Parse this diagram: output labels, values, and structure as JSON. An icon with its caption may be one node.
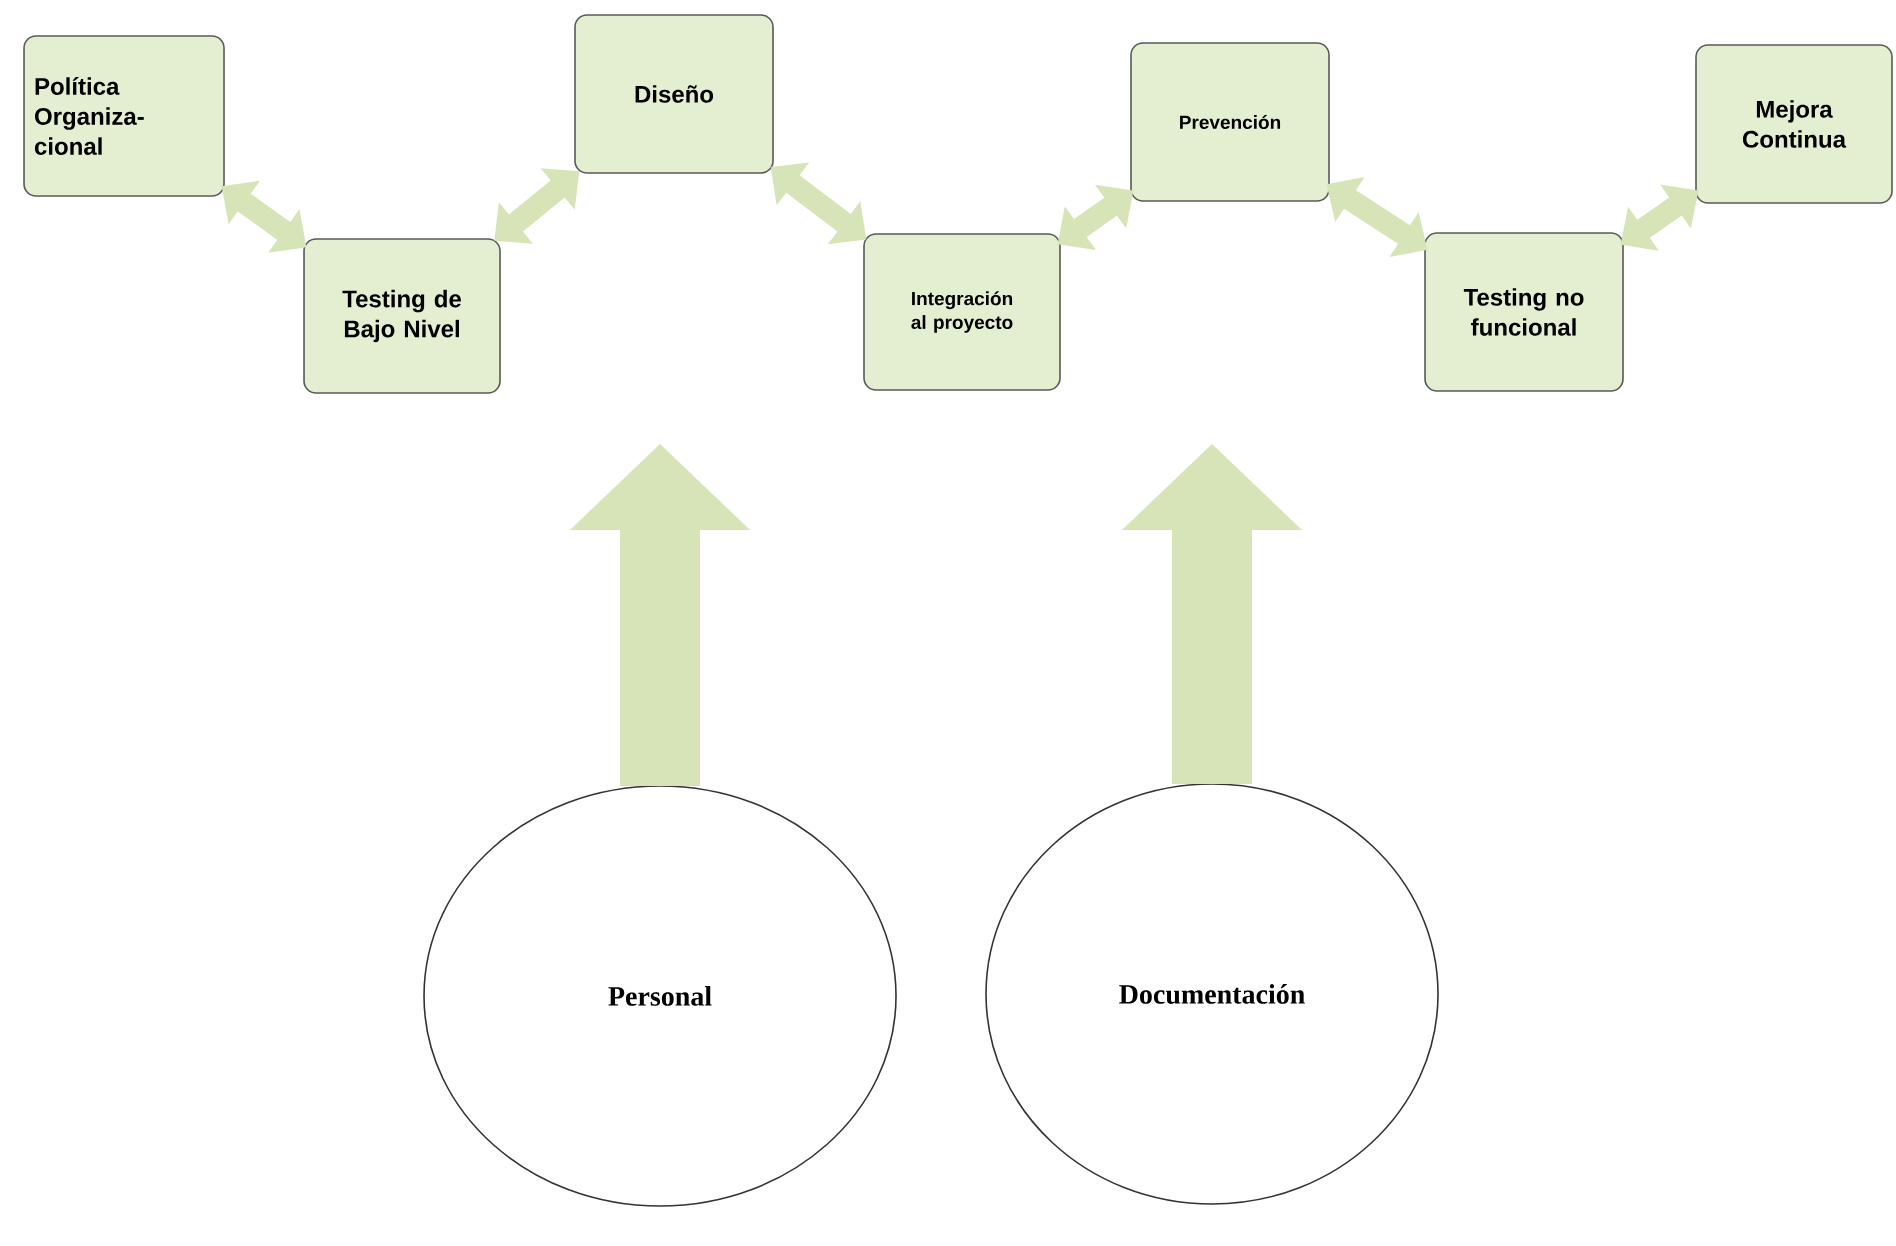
{
  "diagram": {
    "nodes": [
      {
        "text": [
          "Política Organiza- cional"
        ]
      },
      {
        "text": [
          "Testing de Bajo Nivel"
        ]
      },
      {
        "text": [
          "Diseño"
        ]
      },
      {
        "text": [
          "Integración al proyecto"
        ]
      },
      {
        "text": [
          "Prevención"
        ]
      },
      {
        "text": [
          "Testing no funcional"
        ]
      },
      {
        "text": [
          "Mejora Continua"
        ]
      },
      {
        "text": [
          "Personal"
        ]
      },
      {
        "text": [
          "Documentación"
        ]
      }
    ],
    "edges": [
      {
        "from": 0,
        "to": 1,
        "arrow": "both"
      },
      {
        "from": 1,
        "to": 2,
        "arrow": "both"
      },
      {
        "from": 2,
        "to": 3,
        "arrow": "both"
      },
      {
        "from": 3,
        "to": 4,
        "arrow": "both"
      },
      {
        "from": 4,
        "to": 5,
        "arrow": "both"
      },
      {
        "from": 5,
        "to": 6,
        "arrow": "both"
      },
      {
        "from": 7,
        "to": null,
        "arrow": "to",
        "style": "thick"
      },
      {
        "from": 8,
        "to": null,
        "arrow": "to",
        "style": "thick"
      }
    ]
  }
}
